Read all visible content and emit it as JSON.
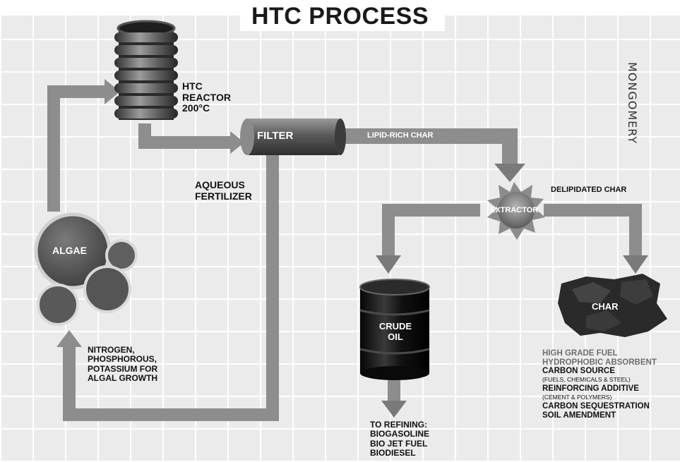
{
  "title": "HTC PROCESS",
  "watermark": "MONGOMERY",
  "nodes": {
    "reactor": [
      "HTC",
      "REACTOR",
      "200°C"
    ],
    "filter": "FILTER",
    "extractor": "EXTRACTOR",
    "algae": "ALGAE",
    "crude_oil": [
      "CRUDE",
      "OIL"
    ],
    "char": "CHAR"
  },
  "edges": {
    "lipid_rich_char": "LIPID-RICH CHAR",
    "delipidated_char": "DELIPIDATED CHAR",
    "aqueous_fertilizer": [
      "AQUEOUS",
      "FERTILIZER"
    ],
    "nutrients": [
      "NITROGEN,",
      "PHOSPHOROUS,",
      "POTASSIUM FOR",
      "ALGAL GROWTH"
    ]
  },
  "refining": [
    "TO REFINING:",
    "BIOGASOLINE",
    "BIO JET FUEL",
    "BIODIESEL"
  ],
  "char_uses": [
    {
      "text": "HIGH GRADE FUEL",
      "muted": true
    },
    {
      "text": "HYDROPHOBIC ABSORBENT",
      "muted": true
    },
    {
      "text": "CARBON SOURCE",
      "muted": false
    },
    {
      "text": "(FUELS, CHEMICALS & STEEL)",
      "note": true
    },
    {
      "text": "REINFORCING ADDITIVE",
      "muted": false
    },
    {
      "text": "(CEMENT & POLYMERS)",
      "note": true
    },
    {
      "text": "CARBON SEQUESTRATION",
      "muted": false
    },
    {
      "text": "SOIL AMENDMENT",
      "muted": false
    }
  ],
  "colors": {
    "arrow": "#8a8a8a",
    "grid": "#ffffff",
    "background": "#ebebeb",
    "algae": "#5a5a5a",
    "barrel": "#151515"
  }
}
